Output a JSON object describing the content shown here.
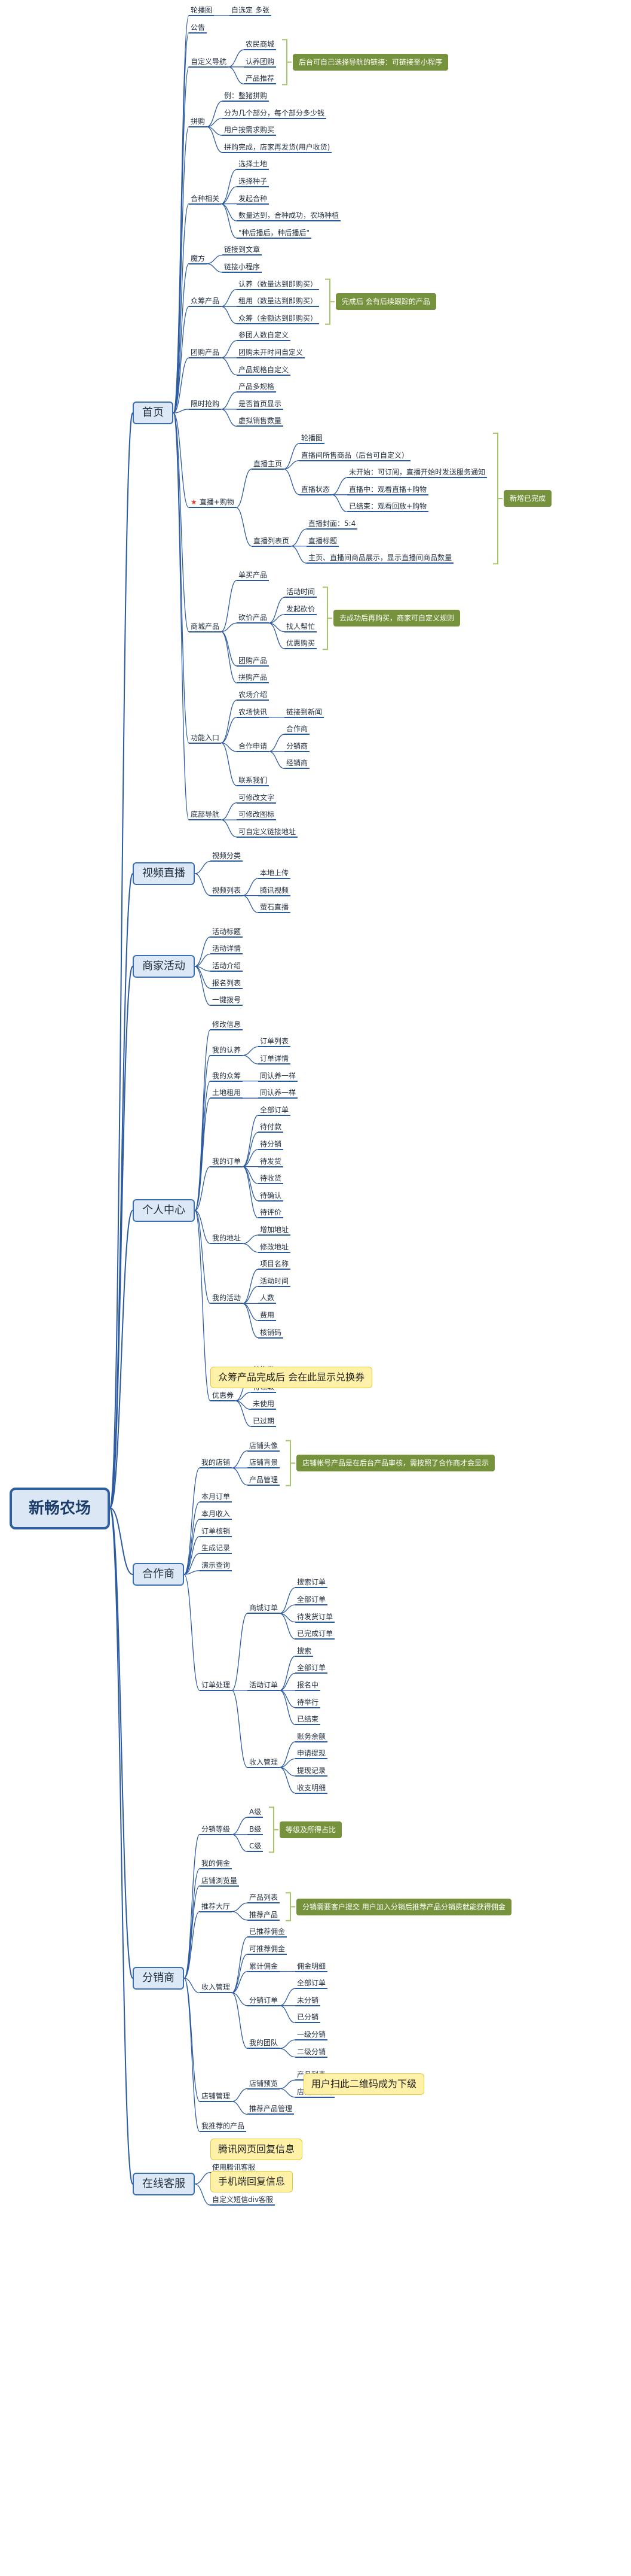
{
  "title": "新畅农场",
  "tree": [
    {
      "id": "home",
      "label": "首页",
      "children": [
        {
          "id": "h1",
          "label": "轮播图",
          "children": [
            {
              "id": "h1a",
              "label": "自选定 多张"
            }
          ]
        },
        {
          "id": "h2",
          "label": "公告"
        },
        {
          "id": "h3",
          "label": "自定义导航",
          "children": [
            {
              "id": "h3a",
              "label": "农民商城"
            },
            {
              "id": "h3b",
              "label": "认养团购"
            },
            {
              "id": "h3c",
              "label": "产品推荐"
            }
          ]
        },
        {
          "id": "h4",
          "label": "拼购",
          "children": [
            {
              "id": "h4a",
              "label": "例：整猪拼购"
            },
            {
              "id": "h4b",
              "label": "分为几个部分，每个部分多少钱"
            },
            {
              "id": "h4c",
              "label": "用户按需求购买"
            },
            {
              "id": "h4d",
              "label": "拼购完成，店家再发货(用户收货)"
            }
          ]
        },
        {
          "id": "h5",
          "label": "合种相关",
          "children": [
            {
              "id": "h5a",
              "label": "选择土地"
            },
            {
              "id": "h5b",
              "label": "选择种子"
            },
            {
              "id": "h5c",
              "label": "发起合种"
            },
            {
              "id": "h5d",
              "label": "数量达到，合种成功，农场种植"
            },
            {
              "id": "h5e",
              "label": "\"种后播后，种后播后\""
            }
          ]
        },
        {
          "id": "h6",
          "label": "魔方",
          "children": [
            {
              "id": "h6a",
              "label": "链接到文章"
            },
            {
              "id": "h6b",
              "label": "链接小程序"
            }
          ]
        },
        {
          "id": "h7",
          "label": "众筹产品",
          "children": [
            {
              "id": "h7a",
              "label": "认养（数量达到即购买）"
            },
            {
              "id": "h7b",
              "label": "租用（数量达到即购买）"
            },
            {
              "id": "h7c",
              "label": "众筹（金额达到即购买）"
            }
          ]
        },
        {
          "id": "h8",
          "label": "团购产品",
          "children": [
            {
              "id": "h8a",
              "label": "参团人数自定义"
            },
            {
              "id": "h8b",
              "label": "团购未开时间自定义"
            },
            {
              "id": "h8c",
              "label": "产品规格自定义"
            }
          ]
        },
        {
          "id": "h9",
          "label": "限时抢购",
          "children": [
            {
              "id": "h9a",
              "label": "产品多规格"
            },
            {
              "id": "h9b",
              "label": "是否首页显示"
            },
            {
              "id": "h9c",
              "label": "虚拟销售数量"
            }
          ]
        },
        {
          "id": "h10",
          "label": "直播+购物",
          "star": true,
          "children": [
            {
              "id": "h10a",
              "label": "直播主页",
              "children": [
                {
                  "id": "h10a1",
                  "label": "轮播图"
                },
                {
                  "id": "h10a2",
                  "label": "直播间所售商品（后台可自定义）"
                },
                {
                  "id": "h10a3",
                  "label": "直播状态",
                  "children": [
                    {
                      "id": "h10a3a",
                      "label": "未开始：可订阅，直播开始时发送服务通知"
                    },
                    {
                      "id": "h10a3b",
                      "label": "直播中：观看直播+购物"
                    },
                    {
                      "id": "h10a3c",
                      "label": "已结束：观看回放+购物"
                    }
                  ]
                }
              ]
            },
            {
              "id": "h10b",
              "label": "直播列表页",
              "children": [
                {
                  "id": "h10b1",
                  "label": "直播封面：5:4"
                },
                {
                  "id": "h10b2",
                  "label": "直播标题"
                },
                {
                  "id": "h10b3",
                  "label": "主页、直播间商品展示，显示直播间商品数量"
                }
              ]
            }
          ]
        },
        {
          "id": "h11",
          "label": "商城产品",
          "children": [
            {
              "id": "h11a",
              "label": "单买产品"
            },
            {
              "id": "h11b",
              "label": "砍价产品",
              "children": [
                {
                  "id": "h11b1",
                  "label": "活动时间"
                },
                {
                  "id": "h11b2",
                  "label": "发起砍价"
                },
                {
                  "id": "h11b3",
                  "label": "找人帮忙"
                },
                {
                  "id": "h11b4",
                  "label": "优惠购买"
                }
              ]
            },
            {
              "id": "h11c",
              "label": "团购产品"
            },
            {
              "id": "h11d",
              "label": "拼购产品"
            }
          ]
        },
        {
          "id": "h12",
          "label": "功能入口",
          "children": [
            {
              "id": "h12a",
              "label": "农场介绍"
            },
            {
              "id": "h12b",
              "label": "农场快讯",
              "children": [
                {
                  "id": "h12b1",
                  "label": "链接到新闻"
                }
              ]
            },
            {
              "id": "h12c",
              "label": "合作申请",
              "children": [
                {
                  "id": "h12c1",
                  "label": "合作商"
                },
                {
                  "id": "h12c2",
                  "label": "分销商"
                },
                {
                  "id": "h12c3",
                  "label": "经销商"
                }
              ]
            },
            {
              "id": "h12d",
              "label": "联系我们"
            }
          ]
        },
        {
          "id": "h13",
          "label": "底部导航",
          "children": [
            {
              "id": "h13a",
              "label": "可修改文字"
            },
            {
              "id": "h13b",
              "label": "可修改图标"
            },
            {
              "id": "h13c",
              "label": "可自定义链接地址"
            }
          ]
        }
      ]
    },
    {
      "id": "video",
      "label": "视频直播",
      "children": [
        {
          "id": "v1",
          "label": "视频分类"
        },
        {
          "id": "v2",
          "label": "视频列表",
          "children": [
            {
              "id": "v2a",
              "label": "本地上传"
            },
            {
              "id": "v2b",
              "label": "腾讯视频"
            },
            {
              "id": "v2c",
              "label": "萤石直播"
            }
          ]
        }
      ]
    },
    {
      "id": "merchant",
      "label": "商家活动",
      "children": [
        {
          "id": "m1",
          "label": "活动标题"
        },
        {
          "id": "m2",
          "label": "活动详情"
        },
        {
          "id": "m3",
          "label": "活动介绍"
        },
        {
          "id": "m4",
          "label": "报名列表"
        },
        {
          "id": "m5",
          "label": "一键拨号"
        }
      ]
    },
    {
      "id": "personal",
      "label": "个人中心",
      "children": [
        {
          "id": "p1",
          "label": "修改信息"
        },
        {
          "id": "p2",
          "label": "我的认养",
          "children": [
            {
              "id": "p2a",
              "label": "订单列表"
            },
            {
              "id": "p2b",
              "label": "订单详情"
            }
          ]
        },
        {
          "id": "p3",
          "label": "我的众筹",
          "children": [
            {
              "id": "p3a",
              "label": "同认养一样"
            }
          ]
        },
        {
          "id": "p4",
          "label": "土地租用",
          "children": [
            {
              "id": "p4a",
              "label": "同认养一样"
            }
          ]
        },
        {
          "id": "p5",
          "label": "我的订单",
          "children": [
            {
              "id": "p5a",
              "label": "全部订单"
            },
            {
              "id": "p5b",
              "label": "待付款"
            },
            {
              "id": "p5c",
              "label": "待分销"
            },
            {
              "id": "p5d",
              "label": "待发货"
            },
            {
              "id": "p5e",
              "label": "待收货"
            },
            {
              "id": "p5f",
              "label": "待确认"
            },
            {
              "id": "p5g",
              "label": "待评价"
            }
          ]
        },
        {
          "id": "p6",
          "label": "我的地址",
          "children": [
            {
              "id": "p6a",
              "label": "增加地址"
            },
            {
              "id": "p6b",
              "label": "修改地址"
            }
          ]
        },
        {
          "id": "p7",
          "label": "我的活动",
          "children": [
            {
              "id": "p7a",
              "label": "项目名称"
            },
            {
              "id": "p7b",
              "label": "活动时间"
            },
            {
              "id": "p7c",
              "label": "人数"
            },
            {
              "id": "p7d",
              "label": "费用"
            },
            {
              "id": "p7e",
              "label": "核销码"
            }
          ]
        },
        {
          "id": "p8",
          "label": "优惠券",
          "children": [
            {
              "id": "p8a",
              "label": "兑换券"
            },
            {
              "id": "p8b",
              "label": "待领取"
            },
            {
              "id": "p8c",
              "label": "未使用"
            },
            {
              "id": "p8d",
              "label": "已过期"
            }
          ]
        }
      ]
    },
    {
      "id": "coop",
      "label": "合作商",
      "children": [
        {
          "id": "c1",
          "label": "我的店铺",
          "children": [
            {
              "id": "c1a",
              "label": "店铺头像"
            },
            {
              "id": "c1b",
              "label": "店铺背景"
            },
            {
              "id": "c1c",
              "label": "产品管理"
            }
          ]
        },
        {
          "id": "c2",
          "label": "本月订单"
        },
        {
          "id": "c3",
          "label": "本月收入"
        },
        {
          "id": "c4",
          "label": "订单核销"
        },
        {
          "id": "c5",
          "label": "生成记录"
        },
        {
          "id": "c6",
          "label": "演示查询"
        },
        {
          "id": "c7",
          "label": "订单处理",
          "children": [
            {
              "id": "c7a",
              "label": "商城订单",
              "children": [
                {
                  "id": "c7a1",
                  "label": "搜索订单"
                },
                {
                  "id": "c7a2",
                  "label": "全部订单"
                },
                {
                  "id": "c7a3",
                  "label": "待发货订单"
                },
                {
                  "id": "c7a4",
                  "label": "已完成订单"
                }
              ]
            },
            {
              "id": "c7b",
              "label": "活动订单",
              "children": [
                {
                  "id": "c7b1",
                  "label": "搜索"
                },
                {
                  "id": "c7b2",
                  "label": "全部订单"
                },
                {
                  "id": "c7b3",
                  "label": "报名中"
                },
                {
                  "id": "c7b4",
                  "label": "待举行"
                },
                {
                  "id": "c7b5",
                  "label": "已结束"
                }
              ]
            },
            {
              "id": "c7c",
              "label": "收入管理",
              "children": [
                {
                  "id": "c7c1",
                  "label": "账务余额"
                },
                {
                  "id": "c7c2",
                  "label": "申请提现"
                },
                {
                  "id": "c7c3",
                  "label": "提现记录"
                },
                {
                  "id": "c7c4",
                  "label": "收支明细"
                }
              ]
            }
          ]
        }
      ]
    },
    {
      "id": "dist",
      "label": "分销商",
      "children": [
        {
          "id": "d1",
          "label": "分销等级",
          "children": [
            {
              "id": "d1a",
              "label": "A级"
            },
            {
              "id": "d1b",
              "label": "B级"
            },
            {
              "id": "d1c",
              "label": "C级"
            }
          ]
        },
        {
          "id": "d2",
          "label": "我的佣金"
        },
        {
          "id": "d3",
          "label": "店铺浏览量"
        },
        {
          "id": "d4",
          "label": "推荐大厅",
          "children": [
            {
              "id": "d4a",
              "label": "产品列表"
            },
            {
              "id": "d4b",
              "label": "推荐产品"
            }
          ]
        },
        {
          "id": "d5",
          "label": "收入管理",
          "children": [
            {
              "id": "d5a",
              "label": "已推荐佣金"
            },
            {
              "id": "d5b",
              "label": "可推荐佣金"
            },
            {
              "id": "d5c",
              "label": "累计佣金",
              "children": [
                {
                  "id": "d5c1",
                  "label": "佣金明细"
                }
              ]
            },
            {
              "id": "d5d",
              "label": "分销订单",
              "children": [
                {
                  "id": "d5d1",
                  "label": "全部订单"
                },
                {
                  "id": "d5d2",
                  "label": "未分销"
                },
                {
                  "id": "d5d3",
                  "label": "已分销"
                }
              ]
            },
            {
              "id": "d5e",
              "label": "我的团队",
              "children": [
                {
                  "id": "d5e1",
                  "label": "一级分销"
                },
                {
                  "id": "d5e2",
                  "label": "二级分销"
                }
              ]
            }
          ]
        },
        {
          "id": "d6",
          "label": "店铺管理",
          "children": [
            {
              "id": "d6a",
              "label": "店铺预览",
              "children": [
                {
                  "id": "d6a1",
                  "label": "产品列表"
                },
                {
                  "id": "d6a2",
                  "label": "店铺二维码"
                }
              ]
            },
            {
              "id": "d6b",
              "label": "推荐产品管理"
            }
          ]
        },
        {
          "id": "d7",
          "label": "我推荐的产品"
        }
      ]
    },
    {
      "id": "service",
      "label": "在线客服",
      "children": [
        {
          "id": "s1",
          "label": "使用腾讯客服"
        },
        {
          "id": "s2",
          "label": "自定义短信div客服"
        }
      ]
    }
  ],
  "notes": {
    "green": [
      {
        "id": "gn1",
        "text": "后台可自己选择导航的链接：可链接至小程序",
        "target": "h3"
      },
      {
        "id": "gn2",
        "text": "完成后 会有后续跟踪的产品",
        "target": "h7"
      },
      {
        "id": "gn3",
        "text": "新增已完成",
        "target": "h10"
      },
      {
        "id": "gn4",
        "text": "去成功后再购买，商家可自定义规则",
        "target": "h11b"
      },
      {
        "id": "gn5",
        "text": "店铺帐号产品是在后台产品审核，需按照了合作商才会显示",
        "target": "c1"
      },
      {
        "id": "gn6",
        "text": "等级及所得占比",
        "target": "d1"
      },
      {
        "id": "gn7",
        "text": "分销需要客户提交 用户加入分销后推荐产品分销费就能获得佣金",
        "target": "d4"
      }
    ],
    "yellow": [
      {
        "id": "yn1",
        "text": "众筹产品完成后 会在此显示兑换券",
        "target": "p8"
      },
      {
        "id": "yn2",
        "text": "用户扫此二维码成为下级",
        "target": "d6a"
      },
      {
        "id": "yn3",
        "text": "腾讯网页回复信息",
        "target": "s1"
      },
      {
        "id": "yn4",
        "text": "手机端回复信息",
        "target": "s2"
      }
    ]
  },
  "colors": {
    "line": "#2c5aa0",
    "root_fill": "#dbe7f5",
    "lvl1_fill": "#dce8f6",
    "green_note": "#76923c",
    "yellow_note": "#fff2a8",
    "star": "#e23d28"
  }
}
